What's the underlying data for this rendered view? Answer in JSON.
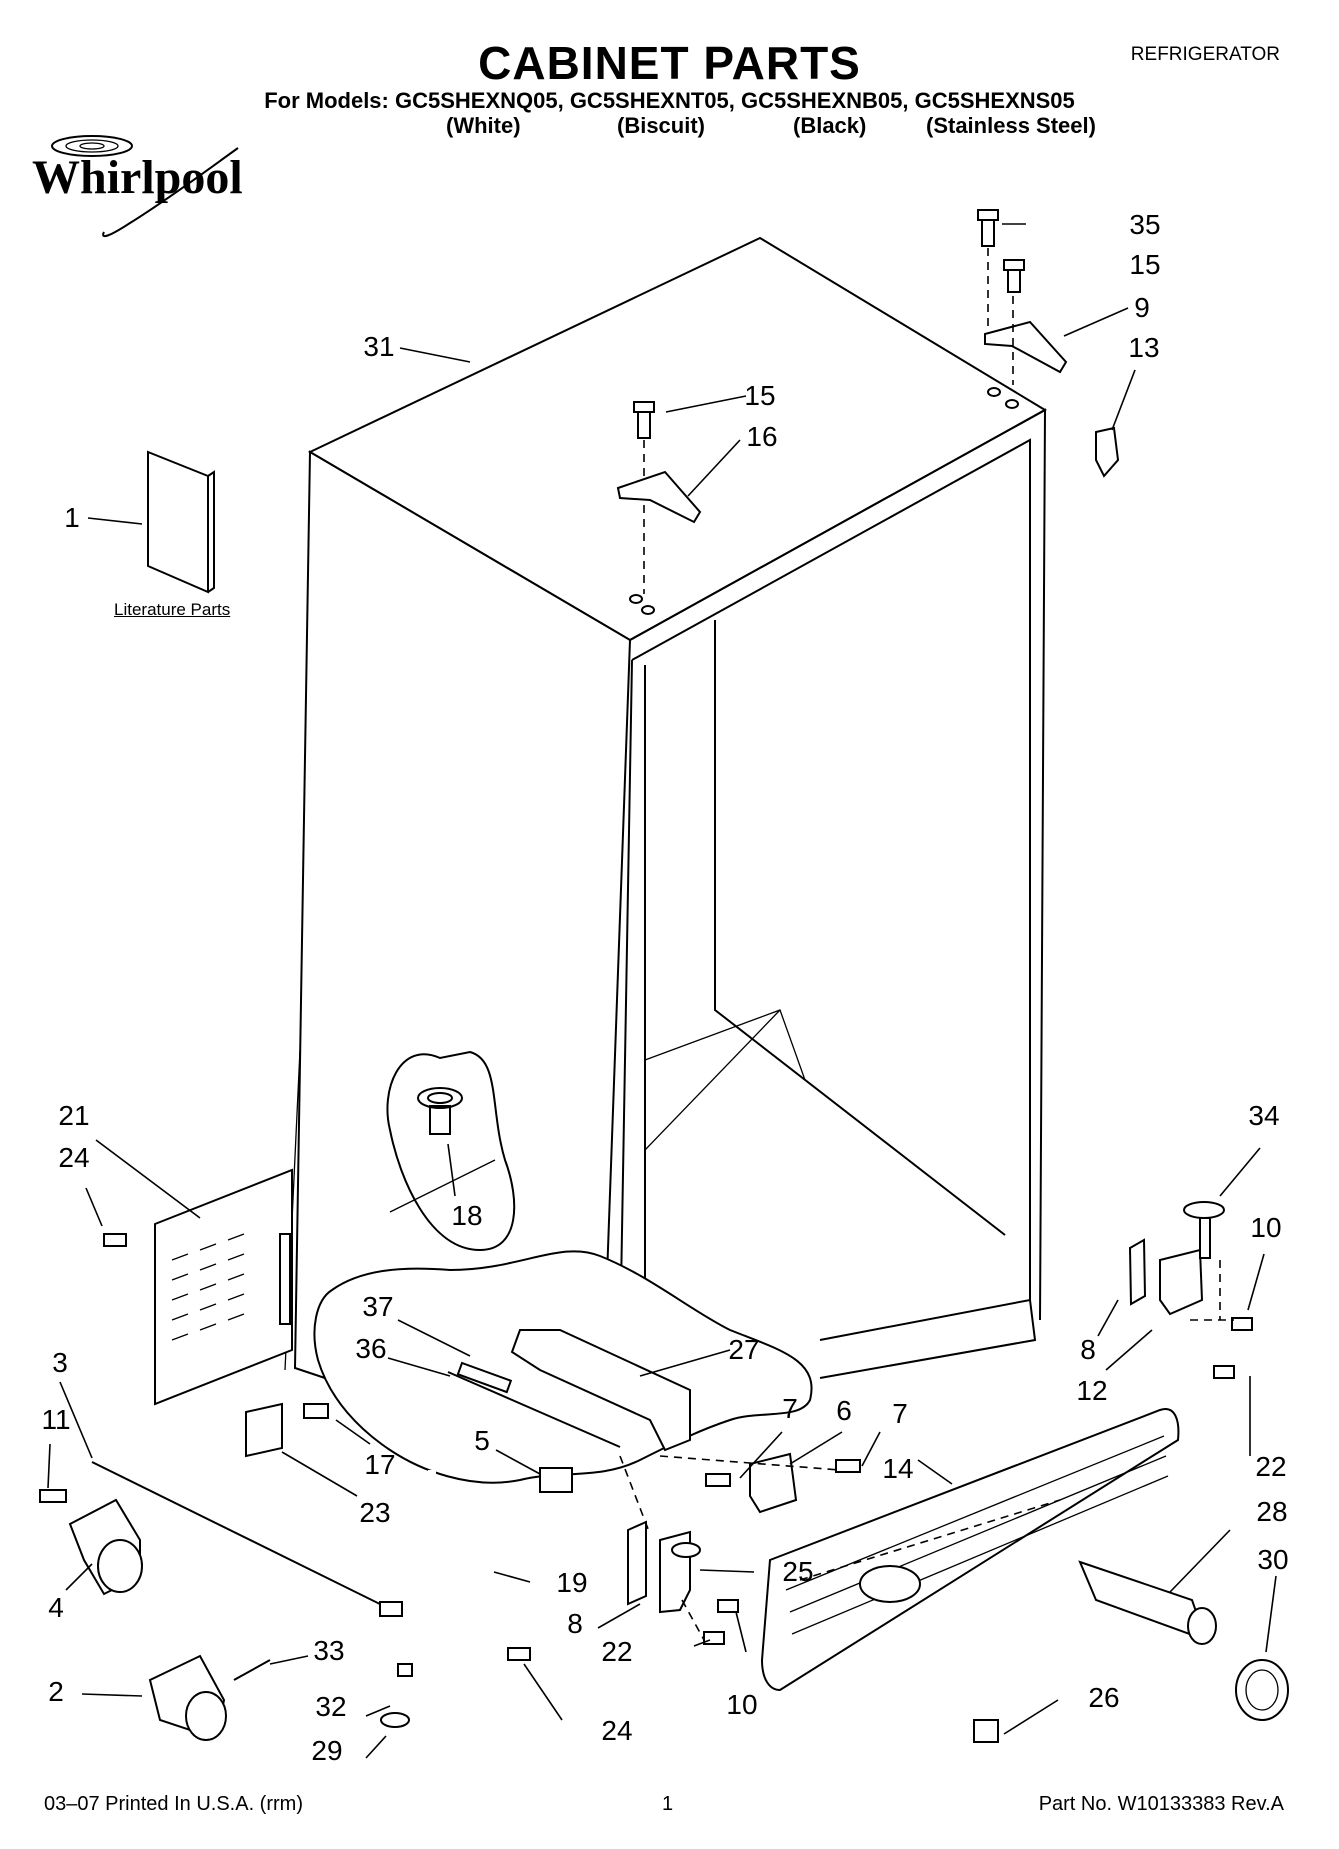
{
  "header": {
    "title": "CABINET PARTS",
    "category": "REFRIGERATOR",
    "models_line": "For Models: GC5SHEXNQ05, GC5SHEXNT05, GC5SHEXNB05, GC5SHEXNS05",
    "variants": [
      "(White)",
      "(Biscuit)",
      "(Black)",
      "(Stainless Steel)"
    ],
    "brand": "Whirlpool"
  },
  "diagram": {
    "literature_label": "Literature Parts",
    "callouts": [
      "35",
      "15",
      "9",
      "13",
      "31",
      "15",
      "16",
      "1",
      "21",
      "24",
      "34",
      "18",
      "10",
      "37",
      "27",
      "36",
      "8",
      "12",
      "3",
      "11",
      "7",
      "6",
      "7",
      "17",
      "5",
      "14",
      "22",
      "23",
      "28",
      "30",
      "4",
      "19",
      "25",
      "8",
      "33",
      "2",
      "22",
      "32",
      "24",
      "10",
      "26",
      "29"
    ]
  },
  "footer": {
    "left": "03–07 Printed In U.S.A. (rrm)",
    "page": "1",
    "right": "Part No. W10133383 Rev.A"
  }
}
